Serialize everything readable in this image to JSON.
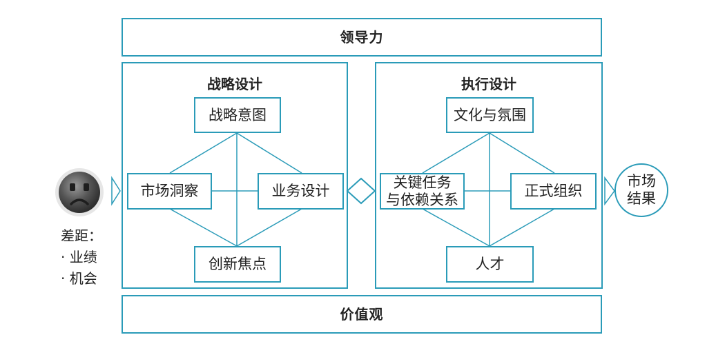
{
  "leadership": "领导力",
  "values": "价值观",
  "strategy": {
    "title": "战略设计",
    "top": "战略意图",
    "left": "市场洞察",
    "right": "业务设计",
    "bottom": "创新焦点"
  },
  "execution": {
    "title": "执行设计",
    "top": "文化与氛围",
    "left_line1": "关键任务",
    "left_line2": "与依赖关系",
    "right": "正式组织",
    "bottom": "人才"
  },
  "result_line1": "市场",
  "result_line2": "结果",
  "gap": {
    "title": "差距：",
    "items": [
      "· 业绩",
      "· 机会"
    ]
  },
  "colors": {
    "stroke": "#2a9bb8",
    "face": "#555555"
  },
  "icons": {
    "face": "sad-face-icon"
  }
}
